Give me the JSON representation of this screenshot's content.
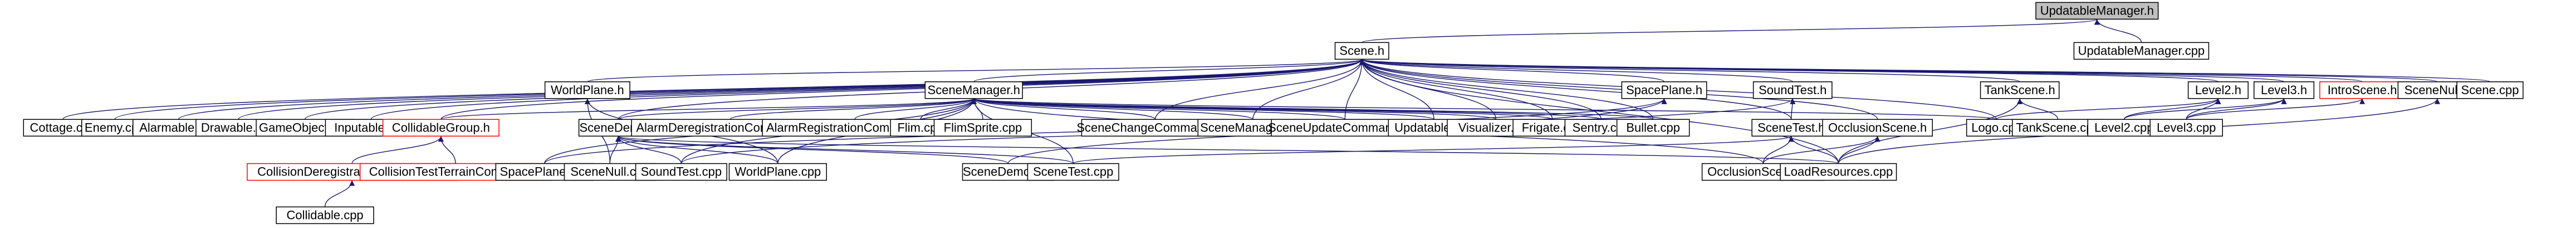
{
  "diagram": {
    "title": "UpdatableManager.h include dependency graph",
    "colors": {
      "edge": "#191970",
      "border": "#000000",
      "highlight_border": "#ff0000",
      "root_fill": "#bfbfbf",
      "background": "#ffffff"
    },
    "nodes": [
      {
        "id": "UpdatableManager_h",
        "label": "UpdatableManager.h",
        "root": true
      },
      {
        "id": "UpdatableManager_cpp",
        "label": "UpdatableManager.cpp"
      },
      {
        "id": "Scene_h",
        "label": "Scene.h"
      },
      {
        "id": "WorldPlane_h",
        "label": "WorldPlane.h"
      },
      {
        "id": "SceneManager_h",
        "label": "SceneManager.h"
      },
      {
        "id": "SpacePlane_h",
        "label": "SpacePlane.h"
      },
      {
        "id": "SoundTest_h",
        "label": "SoundTest.h"
      },
      {
        "id": "TankScene_h",
        "label": "TankScene.h"
      },
      {
        "id": "Level2_h",
        "label": "Level2.h"
      },
      {
        "id": "Level3_h",
        "label": "Level3.h"
      },
      {
        "id": "IntroScene_h",
        "label": "IntroScene.h",
        "red": true
      },
      {
        "id": "SceneNull_h",
        "label": "SceneNull.h"
      },
      {
        "id": "Scene_cpp",
        "label": "Scene.cpp"
      },
      {
        "id": "Cottage_cpp",
        "label": "Cottage.cpp"
      },
      {
        "id": "Enemy_cpp",
        "label": "Enemy.cpp"
      },
      {
        "id": "Alarmable_cpp",
        "label": "Alarmable.cpp"
      },
      {
        "id": "Drawable_cpp",
        "label": "Drawable.cpp"
      },
      {
        "id": "GameObject_cpp",
        "label": "GameObject.cpp"
      },
      {
        "id": "Inputable_cpp",
        "label": "Inputable.cpp"
      },
      {
        "id": "CollidableGroup_h",
        "label": "CollidableGroup.h",
        "red": true
      },
      {
        "id": "SceneDemo_h",
        "label": "SceneDemo.h"
      },
      {
        "id": "AlarmDeregistrationCommand_cpp",
        "label": "AlarmDeregistrationCommand.cpp"
      },
      {
        "id": "AlarmRegistrationCommand_cpp",
        "label": "AlarmRegistrationCommand.cpp"
      },
      {
        "id": "Flim_cpp",
        "label": "Flim.cpp"
      },
      {
        "id": "FlimSprite_cpp",
        "label": "FlimSprite.cpp"
      },
      {
        "id": "SceneChangeCommand_cpp",
        "label": "SceneChangeCommand.cpp"
      },
      {
        "id": "SceneManager_cpp",
        "label": "SceneManager.cpp"
      },
      {
        "id": "SceneUpdateCommand_cpp",
        "label": "SceneUpdateCommand.cpp"
      },
      {
        "id": "Updatable_cpp",
        "label": "Updatable.cpp"
      },
      {
        "id": "Visualizer_cpp",
        "label": "Visualizer.cpp"
      },
      {
        "id": "Frigate_cpp",
        "label": "Frigate.cpp"
      },
      {
        "id": "Sentry_cpp",
        "label": "Sentry.cpp"
      },
      {
        "id": "Bullet_cpp",
        "label": "Bullet.cpp"
      },
      {
        "id": "SceneTest_h",
        "label": "SceneTest.h"
      },
      {
        "id": "OcclusionScene_h",
        "label": "OcclusionScene.h"
      },
      {
        "id": "Logo_cpp",
        "label": "Logo.cpp"
      },
      {
        "id": "TankScene_cpp",
        "label": "TankScene.cpp"
      },
      {
        "id": "Level2_cpp",
        "label": "Level2.cpp"
      },
      {
        "id": "Level3_cpp",
        "label": "Level3.cpp"
      },
      {
        "id": "CollisionDeregistrationCommand_h",
        "label": "CollisionDeregistrationCommand.h",
        "red": true
      },
      {
        "id": "CollisionTestTerrainCommand_h",
        "label": "CollisionTestTerrainCommand.h",
        "red": true
      },
      {
        "id": "SpacePlane_cpp",
        "label": "SpacePlane.cpp"
      },
      {
        "id": "SceneNull_cpp",
        "label": "SceneNull.cpp"
      },
      {
        "id": "SoundTest_cpp",
        "label": "SoundTest.cpp"
      },
      {
        "id": "WorldPlane_cpp",
        "label": "WorldPlane.cpp"
      },
      {
        "id": "SceneDemo_cpp",
        "label": "SceneDemo.cpp"
      },
      {
        "id": "SceneTest_cpp",
        "label": "SceneTest.cpp"
      },
      {
        "id": "OcclusionScene_cpp",
        "label": "OcclusionScene.cpp"
      },
      {
        "id": "LoadResources_cpp",
        "label": "LoadResources.cpp"
      },
      {
        "id": "Collidable_cpp",
        "label": "Collidable.cpp"
      }
    ],
    "edges": [
      [
        "UpdatableManager_h",
        "UpdatableManager_cpp"
      ],
      [
        "UpdatableManager_h",
        "Scene_h"
      ],
      [
        "Scene_h",
        "WorldPlane_h"
      ],
      [
        "Scene_h",
        "SceneManager_h"
      ],
      [
        "Scene_h",
        "SpacePlane_h"
      ],
      [
        "Scene_h",
        "SoundTest_h"
      ],
      [
        "Scene_h",
        "TankScene_h"
      ],
      [
        "Scene_h",
        "Level2_h"
      ],
      [
        "Scene_h",
        "Level3_h"
      ],
      [
        "Scene_h",
        "IntroScene_h"
      ],
      [
        "Scene_h",
        "SceneNull_h"
      ],
      [
        "Scene_h",
        "Scene_cpp"
      ],
      [
        "Scene_h",
        "Cottage_cpp"
      ],
      [
        "Scene_h",
        "Enemy_cpp"
      ],
      [
        "Scene_h",
        "Alarmable_cpp"
      ],
      [
        "Scene_h",
        "Drawable_cpp"
      ],
      [
        "Scene_h",
        "GameObject_cpp"
      ],
      [
        "Scene_h",
        "Inputable_cpp"
      ],
      [
        "Scene_h",
        "CollidableGroup_h"
      ],
      [
        "Scene_h",
        "SceneDemo_h"
      ],
      [
        "Scene_h",
        "SceneChangeCommand_cpp"
      ],
      [
        "Scene_h",
        "SceneManager_cpp"
      ],
      [
        "Scene_h",
        "SceneUpdateCommand_cpp"
      ],
      [
        "Scene_h",
        "Updatable_cpp"
      ],
      [
        "Scene_h",
        "Visualizer_cpp"
      ],
      [
        "Scene_h",
        "Frigate_cpp"
      ],
      [
        "Scene_h",
        "Sentry_cpp"
      ],
      [
        "Scene_h",
        "Bullet_cpp"
      ],
      [
        "Scene_h",
        "SceneTest_h"
      ],
      [
        "Scene_h",
        "OcclusionScene_h"
      ],
      [
        "WorldPlane_h",
        "SceneNull_cpp"
      ],
      [
        "WorldPlane_h",
        "WorldPlane_cpp"
      ],
      [
        "SceneManager_h",
        "CollidableGroup_h"
      ],
      [
        "SceneManager_h",
        "SceneDemo_h"
      ],
      [
        "SceneManager_h",
        "AlarmDeregistrationCommand_cpp"
      ],
      [
        "SceneManager_h",
        "AlarmRegistrationCommand_cpp"
      ],
      [
        "SceneManager_h",
        "Flim_cpp"
      ],
      [
        "SceneManager_h",
        "FlimSprite_cpp"
      ],
      [
        "SceneManager_h",
        "SceneChangeCommand_cpp"
      ],
      [
        "SceneManager_h",
        "SceneManager_cpp"
      ],
      [
        "SceneManager_h",
        "SceneUpdateCommand_cpp"
      ],
      [
        "SceneManager_h",
        "Updatable_cpp"
      ],
      [
        "SceneManager_h",
        "Visualizer_cpp"
      ],
      [
        "SceneManager_h",
        "Frigate_cpp"
      ],
      [
        "SceneManager_h",
        "Sentry_cpp"
      ],
      [
        "SceneManager_h",
        "Bullet_cpp"
      ],
      [
        "SceneManager_h",
        "Logo_cpp"
      ],
      [
        "SceneManager_h",
        "SoundTest_cpp"
      ],
      [
        "SceneManager_h",
        "SceneTest_cpp"
      ],
      [
        "SceneManager_h",
        "WorldPlane_cpp"
      ],
      [
        "SceneManager_h",
        "SpacePlane_cpp"
      ],
      [
        "SceneManager_h",
        "OcclusionScene_cpp"
      ],
      [
        "SpacePlane_h",
        "SpacePlane_cpp"
      ],
      [
        "SpacePlane_h",
        "SceneDemo_cpp"
      ],
      [
        "SoundTest_h",
        "SoundTest_cpp"
      ],
      [
        "SoundTest_h",
        "SceneTest_h"
      ],
      [
        "TankScene_h",
        "TankScene_cpp"
      ],
      [
        "TankScene_h",
        "LoadResources_cpp"
      ],
      [
        "Level2_h",
        "Logo_cpp"
      ],
      [
        "Level2_h",
        "Level2_cpp"
      ],
      [
        "Level2_h",
        "Level3_cpp"
      ],
      [
        "Level3_h",
        "Level2_cpp"
      ],
      [
        "Level3_h",
        "Level3_cpp"
      ],
      [
        "IntroScene_h",
        "Level3_cpp"
      ],
      [
        "SceneNull_h",
        "LoadResources_cpp"
      ],
      [
        "CollidableGroup_h",
        "CollisionDeregistrationCommand_h"
      ],
      [
        "CollidableGroup_h",
        "CollisionTestTerrainCommand_h"
      ],
      [
        "CollisionDeregistrationCommand_h",
        "Collidable_cpp"
      ],
      [
        "SceneDemo_h",
        "SceneNull_cpp"
      ],
      [
        "SceneDemo_h",
        "SoundTest_cpp"
      ],
      [
        "SceneDemo_h",
        "WorldPlane_cpp"
      ],
      [
        "SceneDemo_h",
        "SceneDemo_cpp"
      ],
      [
        "SceneDemo_h",
        "SceneTest_cpp"
      ],
      [
        "SceneDemo_h",
        "LoadResources_cpp"
      ],
      [
        "SceneTest_h",
        "SceneTest_cpp"
      ],
      [
        "SceneTest_h",
        "OcclusionScene_cpp"
      ],
      [
        "SceneTest_h",
        "LoadResources_cpp"
      ],
      [
        "OcclusionScene_h",
        "OcclusionScene_cpp"
      ],
      [
        "OcclusionScene_h",
        "LoadResources_cpp"
      ],
      [
        "Scene_h",
        "Logo_cpp"
      ],
      [
        "Scene_h",
        "LoadResources_cpp"
      ]
    ]
  }
}
